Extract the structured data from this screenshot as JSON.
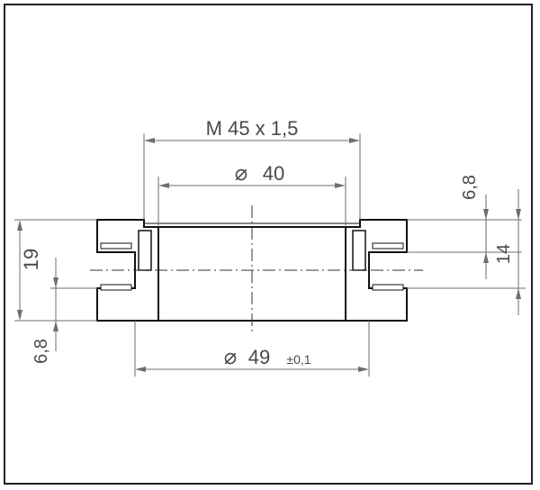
{
  "drawing": {
    "dimensions": {
      "thread": "M 45 x 1,5",
      "inner_diameter": "40",
      "outer_diameter": "49",
      "outer_tolerance": "±0,1",
      "height": "19",
      "bottom_flange": "6,8",
      "top_flange": "6,8",
      "groove": "14"
    },
    "symbols": {
      "diameter": "⌀"
    }
  }
}
